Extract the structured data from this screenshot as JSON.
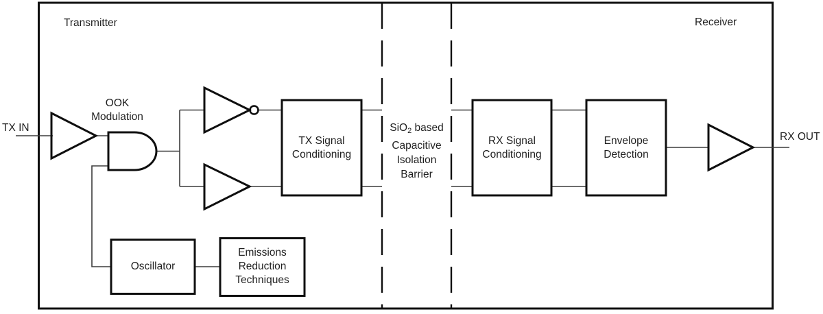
{
  "labels": {
    "transmitter": "Transmitter",
    "receiver": "Receiver",
    "tx_in": "TX IN",
    "rx_out": "RX OUT"
  },
  "ook_modulation": {
    "line1": "OOK",
    "line2": "Modulation"
  },
  "isolation_barrier": {
    "sio_prefix": "SiO",
    "sio_sub": "2",
    "sio_suffix": " based",
    "line2": "Capacitive",
    "line3": "Isolation",
    "line4": "Barrier"
  },
  "blocks": {
    "tx_signal_conditioning": {
      "line1": "TX Signal",
      "line2": "Conditioning"
    },
    "rx_signal_conditioning": {
      "line1": "RX Signal",
      "line2": "Conditioning"
    },
    "envelope_detection": {
      "line1": "Envelope",
      "line2": "Detection"
    },
    "oscillator": {
      "line1": "Oscillator"
    },
    "emissions_reduction": {
      "line1": "Emissions",
      "line2": "Reduction",
      "line3": "Techniques"
    }
  },
  "icons": {
    "tx_input_buffer": "buffer-amplifier",
    "and_gate": "and-gate",
    "inverter": "inverting-buffer-with-bubble",
    "non_inverting_buffer": "buffer-amplifier",
    "rx_output_buffer": "buffer-amplifier"
  },
  "colors": {
    "background": "#ffffff",
    "stroke": "#0f0f0f",
    "connector": "#3c3c3c",
    "text": "#1f1f1f"
  }
}
